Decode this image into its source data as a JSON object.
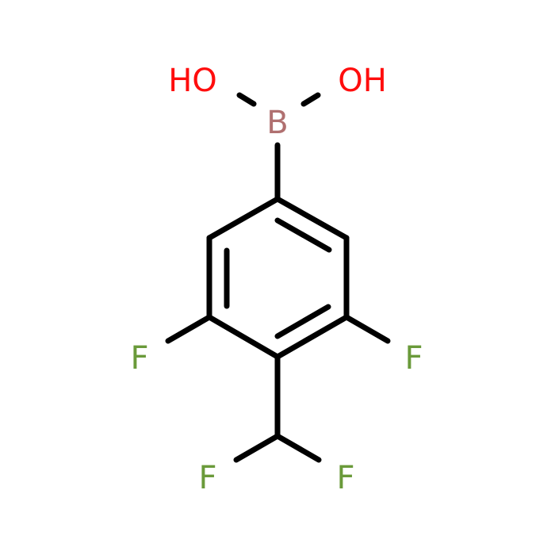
{
  "molecule": {
    "atoms": {
      "oh_left": {
        "text": "HO",
        "color": "#ff0d0d"
      },
      "oh_right": {
        "text": "OH",
        "color": "#ff0d0d"
      },
      "boron": {
        "text": "B",
        "color": "#b07070"
      },
      "f_left": {
        "text": "F",
        "color": "#6a9a3a"
      },
      "f_right": {
        "text": "F",
        "color": "#6a9a3a"
      },
      "f_bottom_left": {
        "text": "F",
        "color": "#6a9a3a"
      },
      "f_bottom_right": {
        "text": "F",
        "color": "#6a9a3a"
      }
    },
    "bond_color": "#000000"
  }
}
